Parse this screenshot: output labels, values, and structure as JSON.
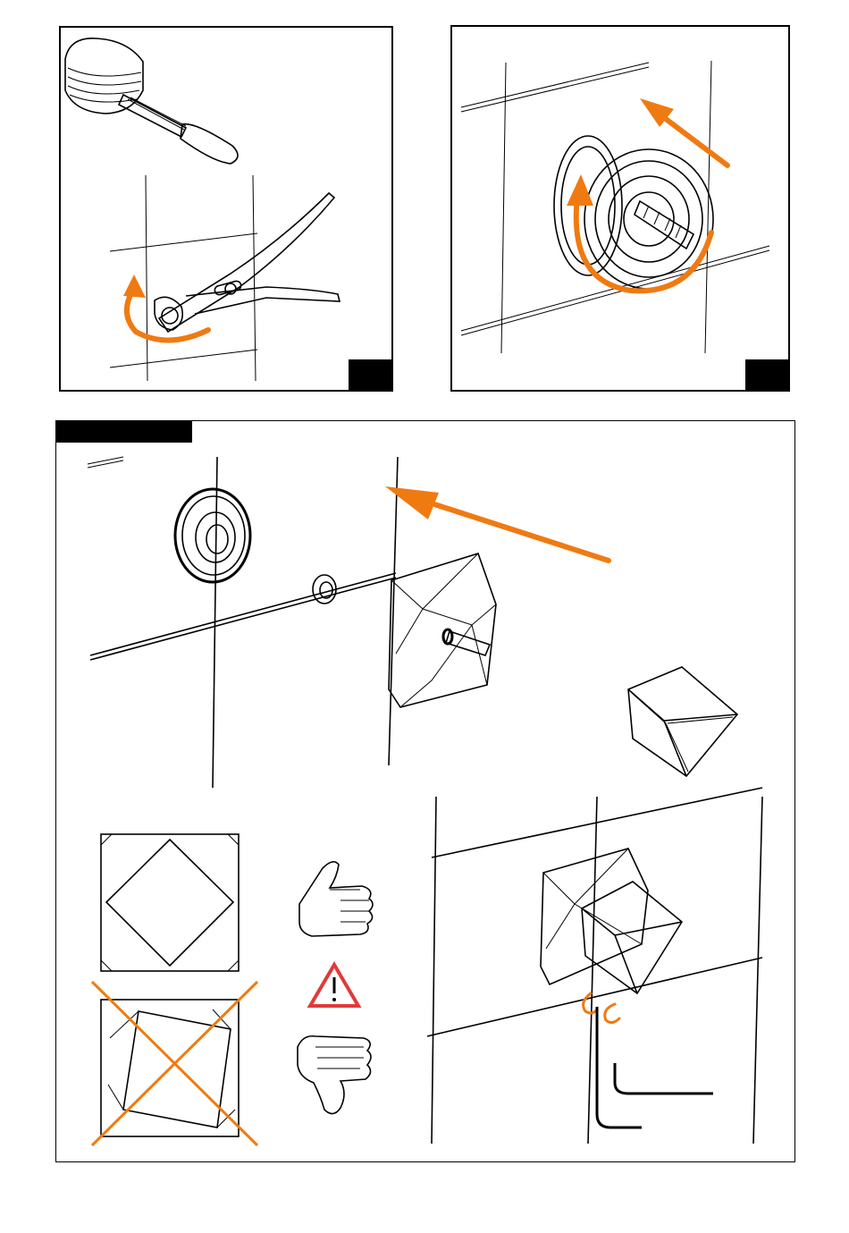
{
  "colors": {
    "accent": "#f07a12",
    "line": "#000000",
    "warning": "#e03a3a",
    "background": "#ffffff"
  },
  "steps": [
    {
      "label": "",
      "tag": "black-label-box"
    },
    {
      "label": "",
      "tag": "black-label-box"
    },
    {
      "label": "",
      "tag": "black-label-box"
    }
  ],
  "icons": [
    "thumbs-up-icon",
    "thumbs-down-icon",
    "warning-triangle-icon",
    "cross-mark-icon",
    "rotate-arrow-icon",
    "direction-arrow-icon",
    "allen-key-icon",
    "pliers-icon",
    "file-tool-icon"
  ]
}
